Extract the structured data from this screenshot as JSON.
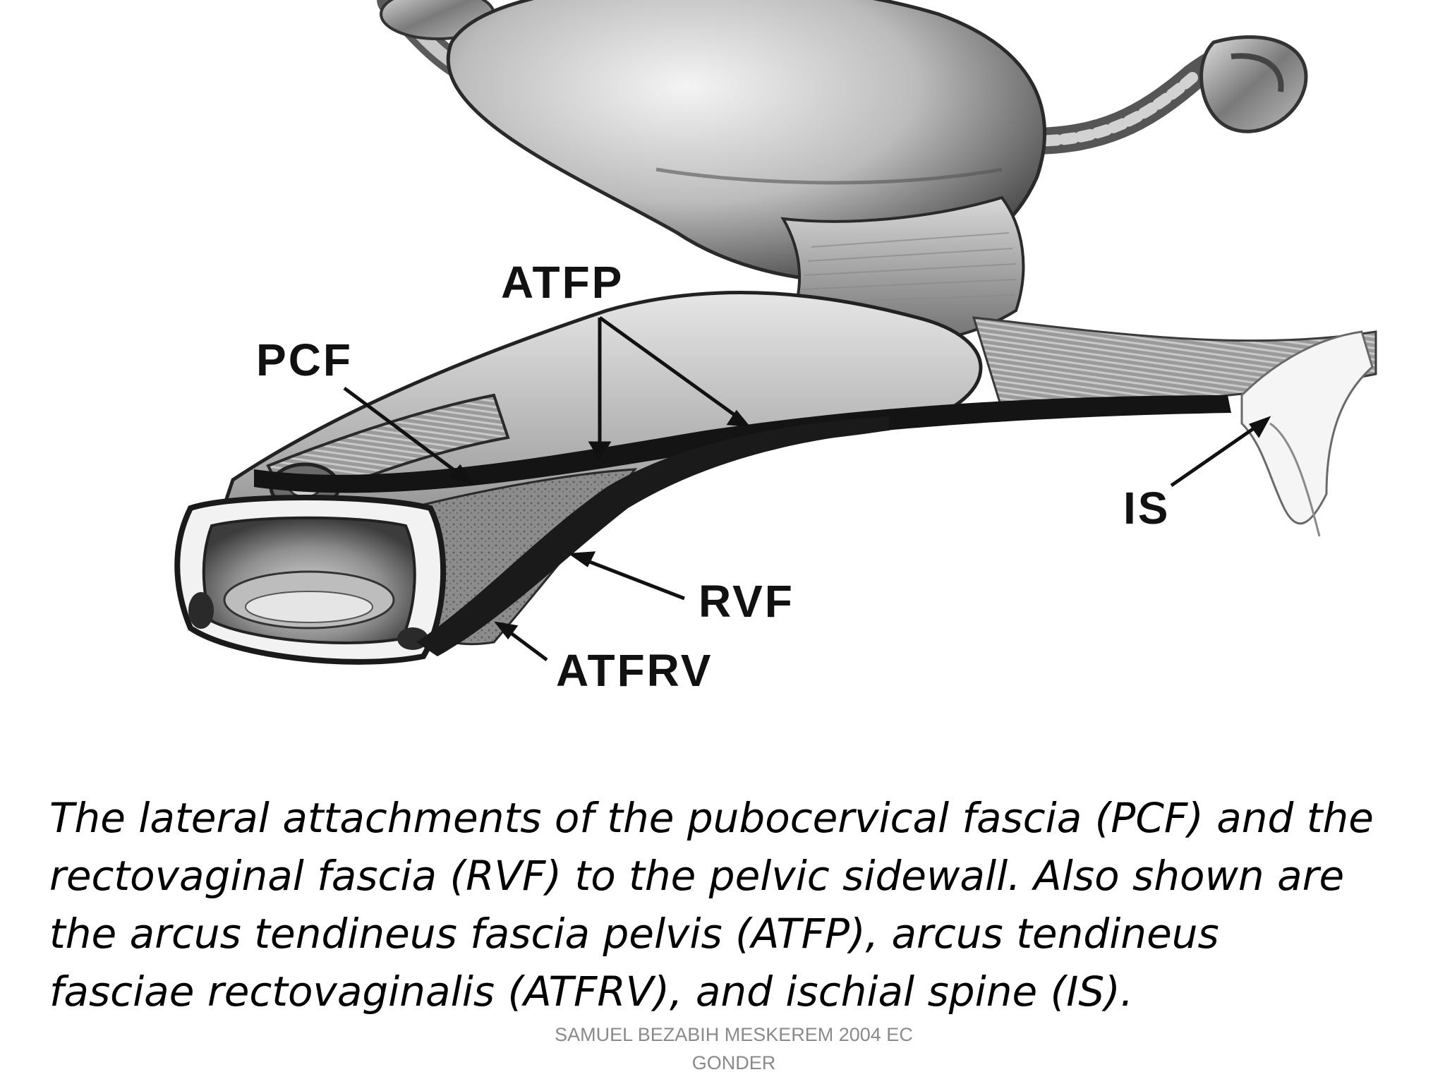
{
  "labels": {
    "atfp": "ATFP",
    "pcf": "PCF",
    "is": "IS",
    "rvf": "RVF",
    "atfrv": "ATFRV"
  },
  "caption": "The lateral attachments of the pubocervical fascia (PCF) and the rectovaginal fascia (RVF) to the pelvic sidewall. Also shown are the arcus tendineus fascia pelvis (ATFP), arcus tendineus fasciae rectovaginalis (ATFRV), and ischial spine (IS).",
  "footer": {
    "line1": "SAMUEL BEZABIH MESKEREM 2004 EC",
    "line2": "GONDER"
  },
  "colors": {
    "background": "#ffffff",
    "ink": "#111111",
    "footer_text": "#8a8a8a"
  }
}
